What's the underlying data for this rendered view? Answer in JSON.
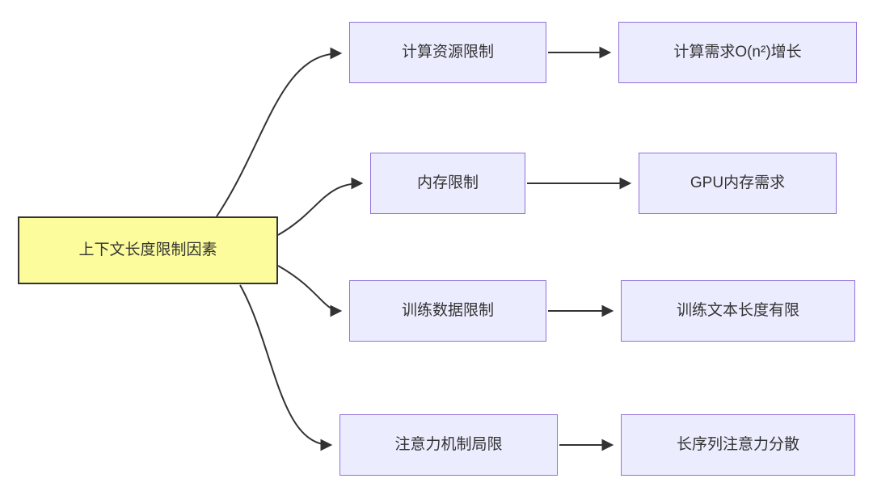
{
  "diagram": {
    "title": "context-length-limit-factors-flowchart",
    "root": {
      "label": "上下文长度限制因素"
    },
    "rows": [
      {
        "mid": "计算资源限制",
        "right": "计算需求O(n²)增长"
      },
      {
        "mid": "内存限制",
        "right": "GPU内存需求"
      },
      {
        "mid": "训练数据限制",
        "right": "训练文本长度有限"
      },
      {
        "mid": "注意力机制局限",
        "right": "长序列注意力分散"
      }
    ]
  },
  "colors": {
    "root_fill": "#fcfc9c",
    "root_border": "#333333",
    "node_fill": "#ececff",
    "node_border": "#9370db",
    "edge_color": "#333333",
    "text_color": "#333333",
    "bg": "#ffffff"
  }
}
